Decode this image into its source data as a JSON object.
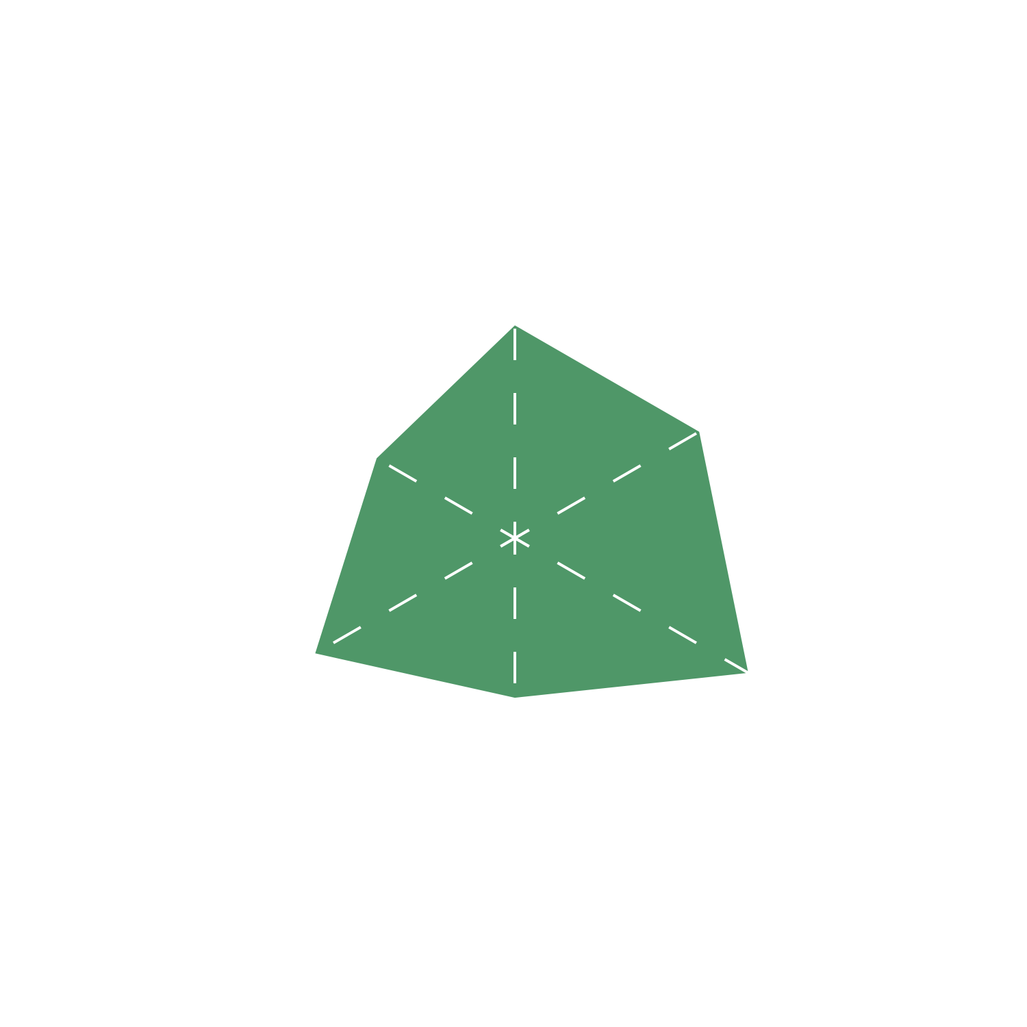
{
  "chart_data": {
    "type": "radar",
    "axes": [
      "",
      "",
      "",
      "",
      "",
      ""
    ],
    "series": [
      {
        "values": [
          0.6,
          0.6,
          0.76,
          0.45,
          0.65,
          0.45
        ]
      }
    ],
    "rlim": [
      0,
      1
    ],
    "grid": false,
    "legend": "none",
    "colors": {
      "fill": "#4f9768",
      "spokes": "#ffffff",
      "background": "#ffffff"
    },
    "center_marker": "asterisk"
  }
}
